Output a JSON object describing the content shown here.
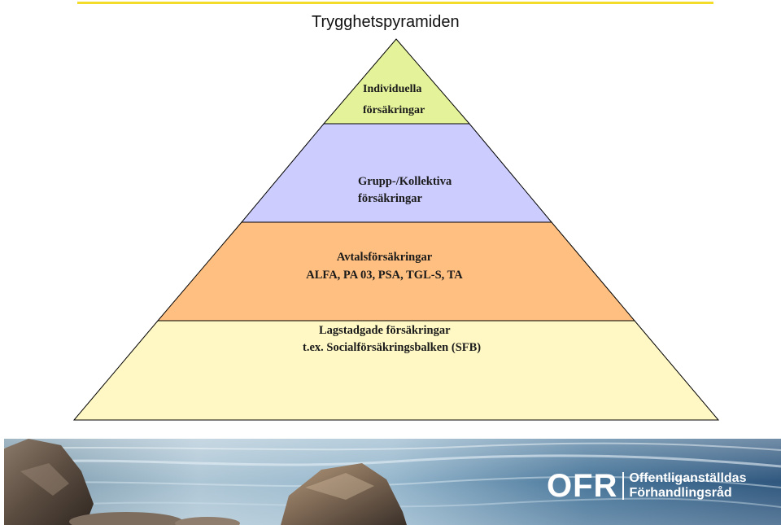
{
  "title": "Trygghetspyramiden",
  "pyramid": {
    "tiers": [
      {
        "lines": [
          "Individuella",
          "försäkringar"
        ],
        "color": "#e4f29a"
      },
      {
        "lines": [
          "Grupp-/Kollektiva",
          "försäkringar"
        ],
        "color": "#ccccff"
      },
      {
        "lines": [
          "Avtalsförsäkringar",
          "ALFA, PA 03, PSA, TGL-S, TA"
        ],
        "color": "#ffbf80"
      },
      {
        "lines": [
          "Lagstadgade försäkringar",
          "t.ex. Socialförsäkringsbalken (SFB)"
        ],
        "color": "#fff8c4"
      }
    ],
    "accent_line_color": "#f3dc2a"
  },
  "logo": {
    "mark": "OFR",
    "name_line1": "Offentliganställdas",
    "name_line2": "Förhandlingsråd"
  }
}
